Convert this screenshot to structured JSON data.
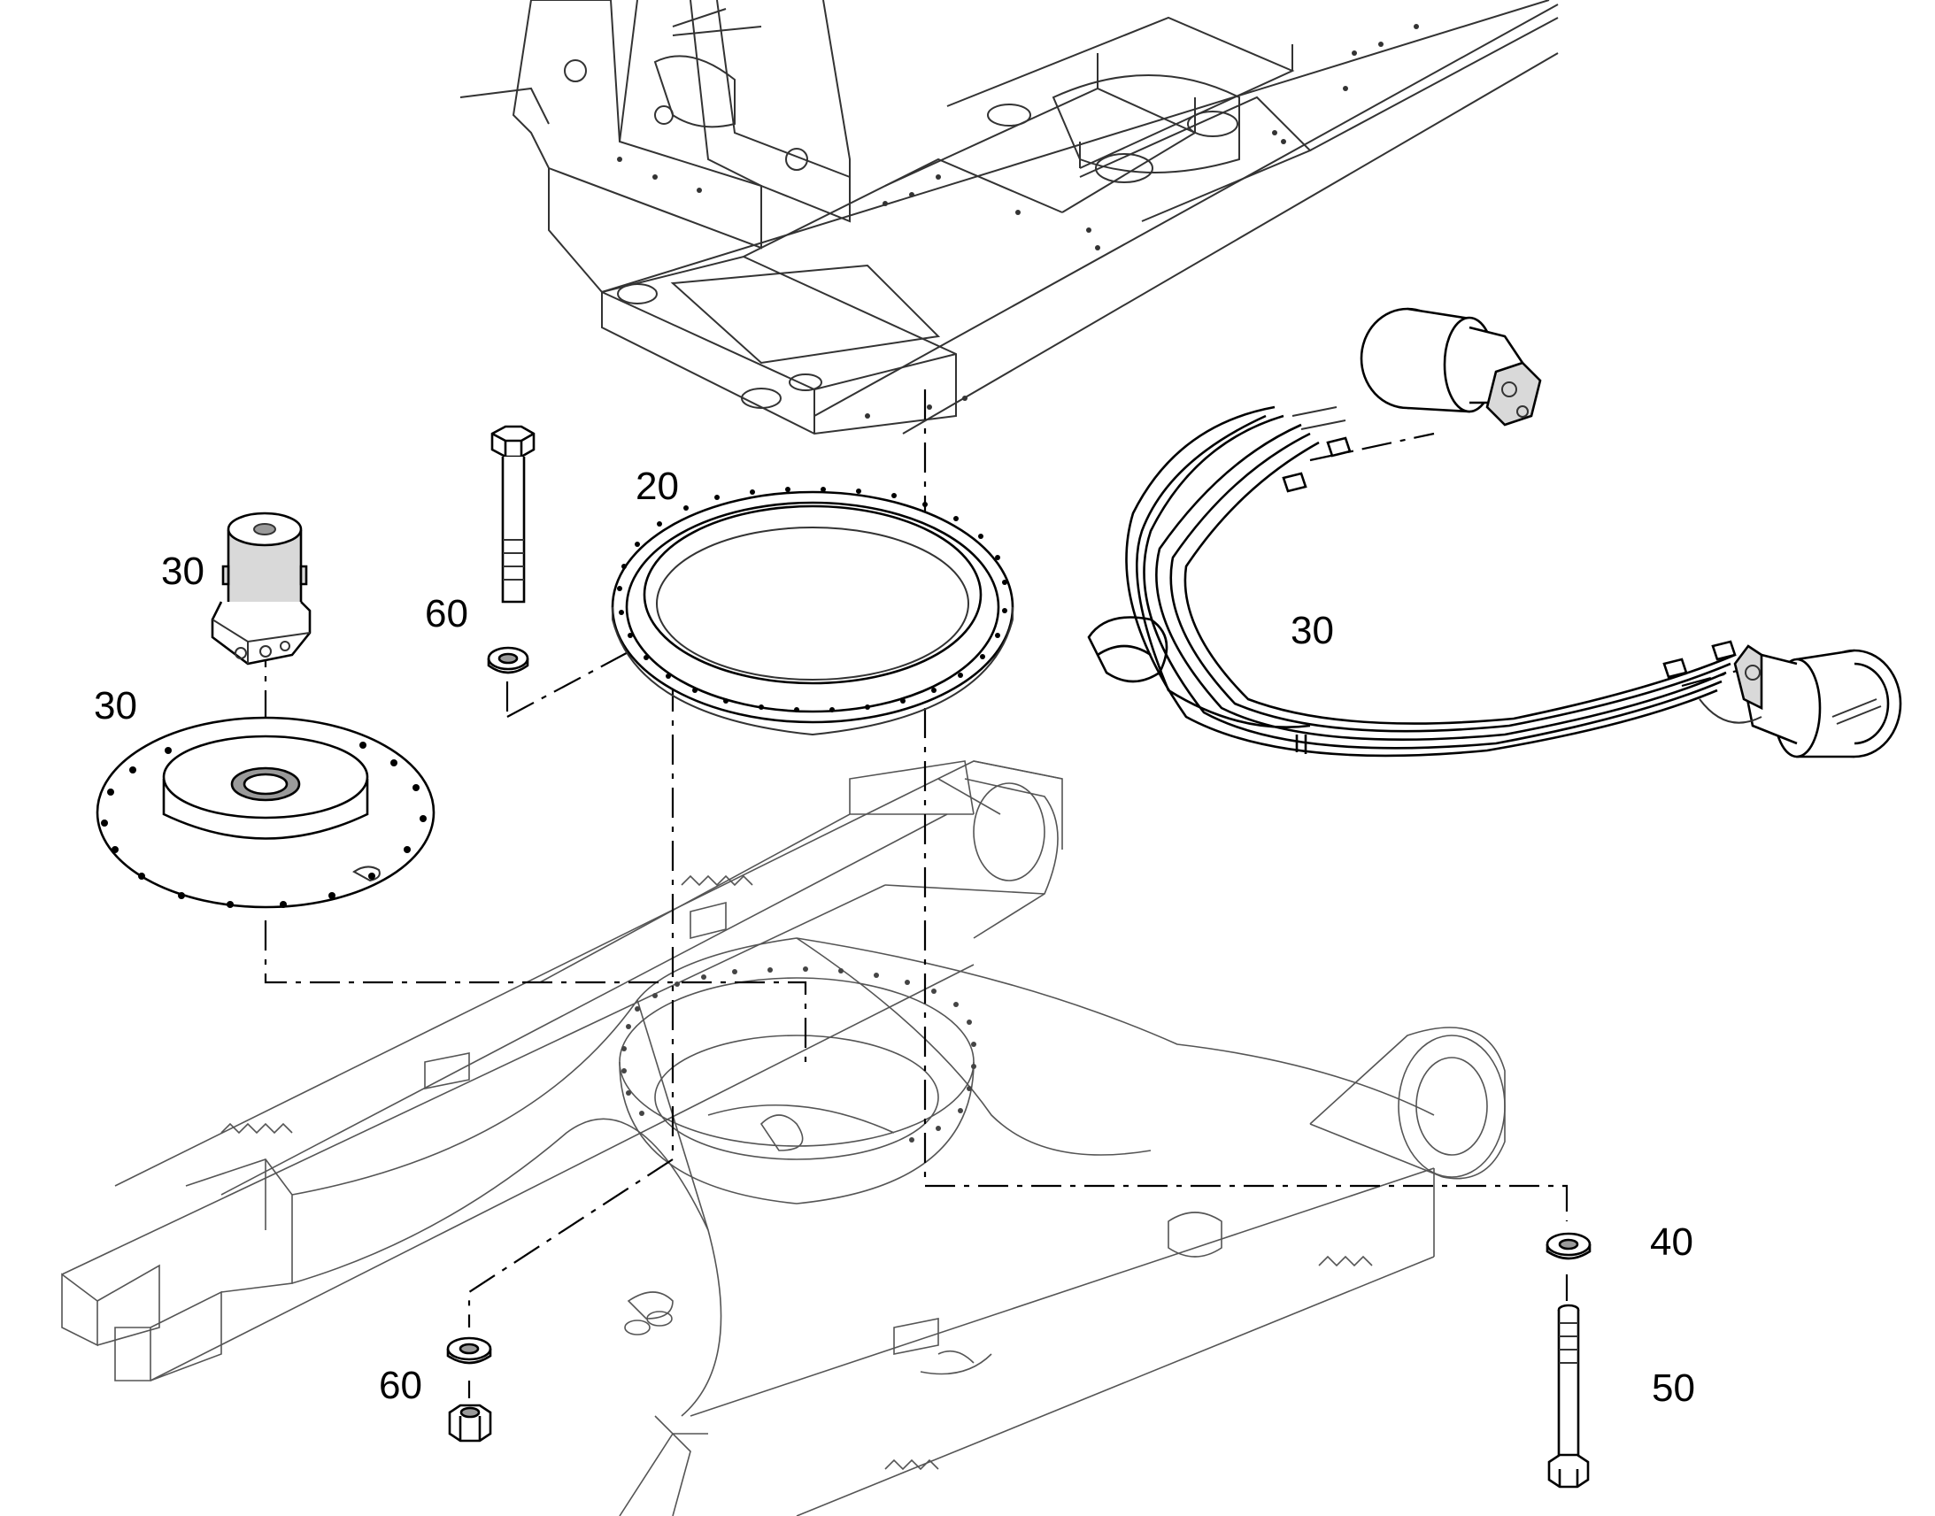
{
  "labels": {
    "ring_20": "20",
    "swivel_joint_30": "30",
    "cover_plate_30": "30",
    "hose_harness_30": "30",
    "bolt_60_top": "60",
    "nut_60_bottom": "60",
    "washer_40": "40",
    "bolt_50": "50"
  },
  "icons": {
    "upper_frame": "upper-frame-icon",
    "lower_frame": "undercarriage-frame-icon",
    "slewing_ring": "slewing-ring-icon",
    "swivel_joint": "swivel-joint-icon",
    "cover_plate": "cover-plate-icon",
    "travel_motors": "travel-motor-icon",
    "hoses": "hydraulic-hose-icon",
    "bolt": "hex-bolt-icon",
    "washer": "washer-icon",
    "nut": "hex-nut-icon"
  }
}
